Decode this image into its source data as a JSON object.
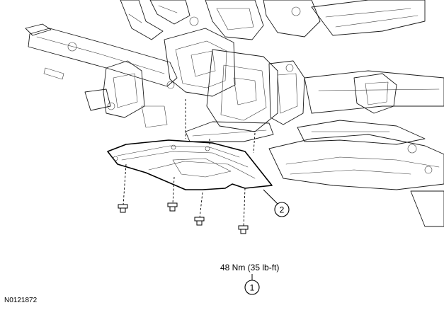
{
  "figure_id": "N0121872",
  "torque_spec": "48 Nm (35 lb-ft)",
  "callouts": [
    {
      "number": "1"
    },
    {
      "number": "2"
    }
  ]
}
